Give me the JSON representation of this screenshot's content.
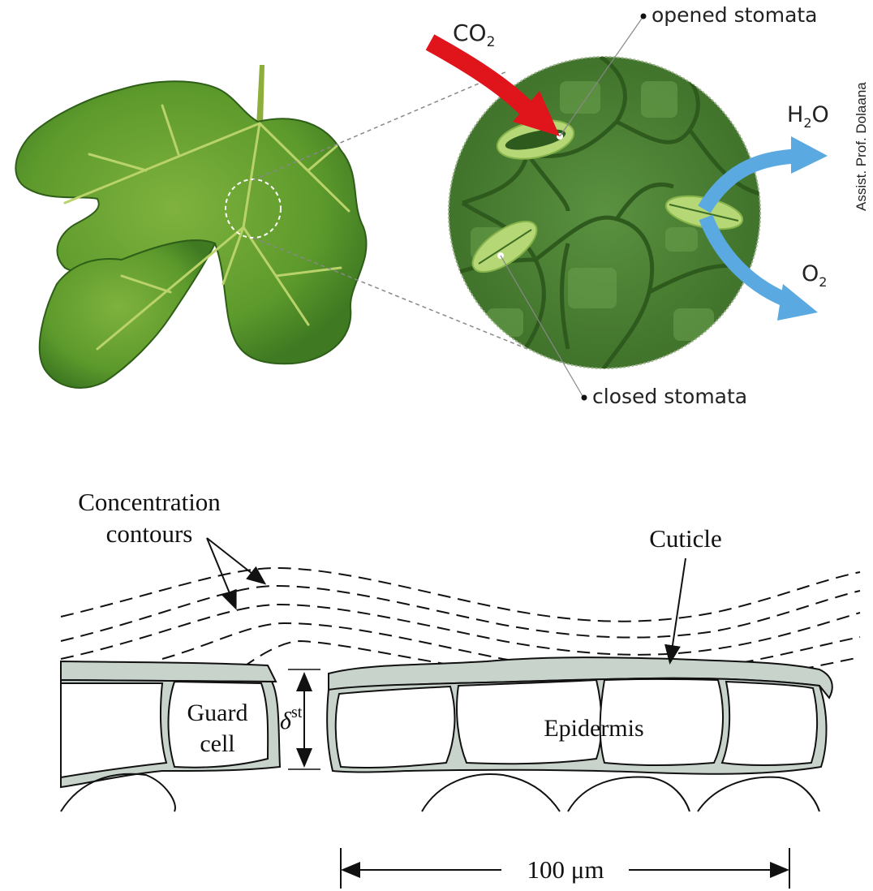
{
  "leaf_figure": {
    "labels": {
      "opened_stomata": "opened stomata",
      "closed_stomata": "closed stomata"
    },
    "gases": {
      "co2": {
        "base": "CO",
        "sub": "2"
      },
      "h2o": {
        "base": "H",
        "sub": "2",
        "tail": "O"
      },
      "o2": {
        "base": "O",
        "sub": "2"
      }
    },
    "credit": "Assist. Prof. Dolaana"
  },
  "cross_section": {
    "labels": {
      "concentration_line1": "Concentration",
      "concentration_line2": "contours",
      "cuticle": "Cuticle",
      "guard_line1": "Guard",
      "guard_line2": "cell",
      "delta_symbol": "δ",
      "delta_sup": "st",
      "epidermis": "Epidermis",
      "scale": "100 μm"
    }
  },
  "colors": {
    "leaf": "#5d9a2c",
    "leaf_dark": "#3d6e1c",
    "circle_bg": "#4a7f33",
    "co2_arrow": "#e0141b",
    "gas_arrow": "#5aa9e0",
    "cuticle_fill": "#c8d3cc"
  }
}
